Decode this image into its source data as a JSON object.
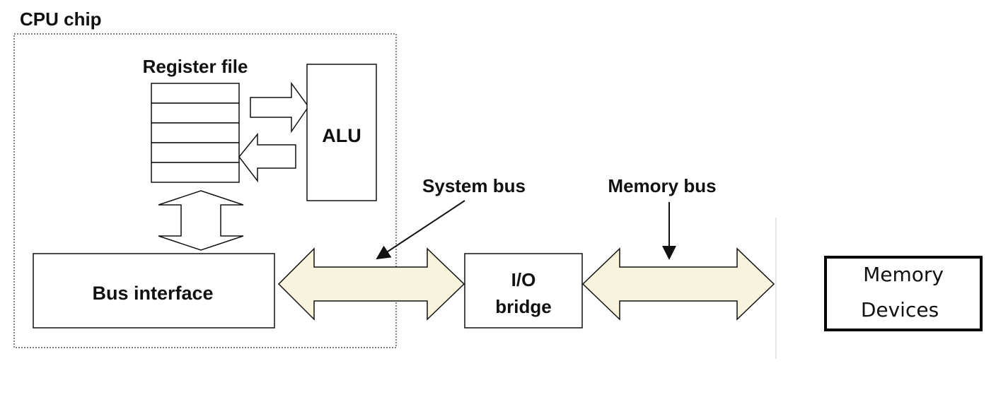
{
  "labels": {
    "cpu_chip": "CPU chip",
    "register_file": "Register file",
    "alu": "ALU",
    "bus_interface": "Bus interface",
    "system_bus": "System bus",
    "memory_bus": "Memory bus",
    "io_bridge_line1": "I/O",
    "io_bridge_line2": "bridge",
    "memory_devices_line1": "Memory",
    "memory_devices_line2": "Devices"
  },
  "colors": {
    "bus_fill": "#f7f3dc",
    "stroke": "#111111",
    "background": "#ffffff"
  }
}
